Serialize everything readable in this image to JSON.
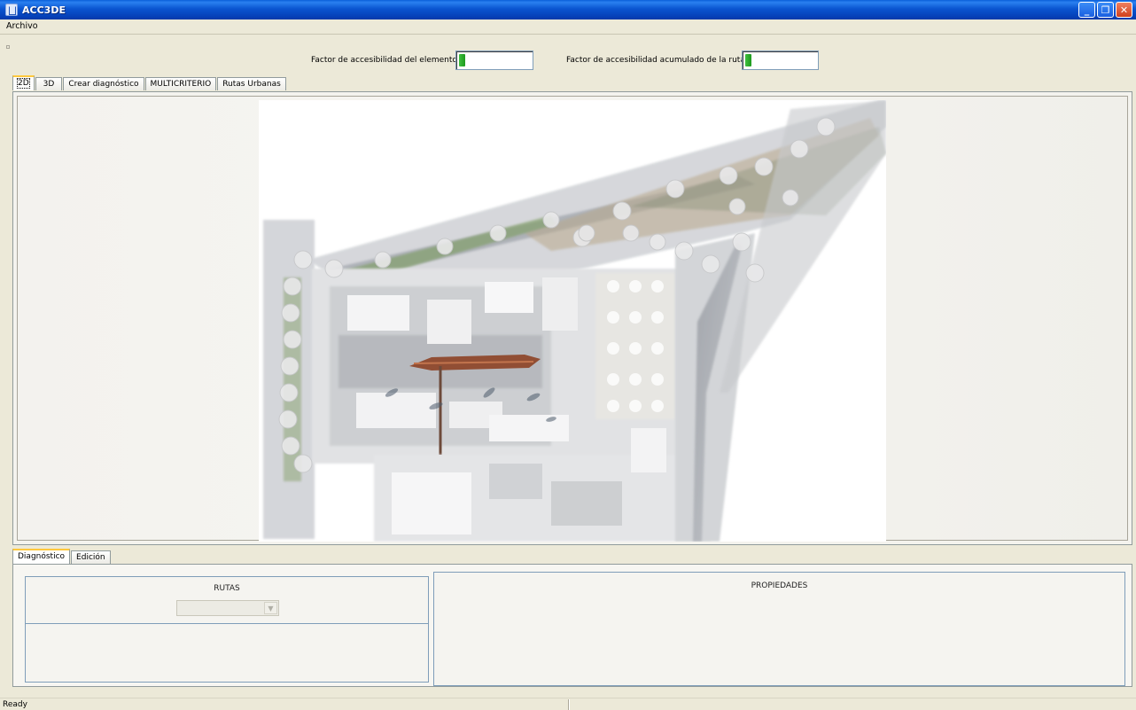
{
  "window": {
    "title": "ACC3DE",
    "minimize_glyph": "_",
    "maximize_glyph": "❐",
    "close_glyph": "✕"
  },
  "menu": {
    "items": [
      "Archivo"
    ]
  },
  "factors": {
    "element_label": "Factor de accesibilidad del elemento",
    "element_value_pct": 8,
    "route_label": "Factor de accesibilidad acumulado de la ruta",
    "route_value_pct": 8,
    "fill_color": "#2db82d"
  },
  "top_tabs": [
    "2D",
    "3D",
    "Crear diagnóstico",
    "MULTICRITERIO",
    "Rutas Urbanas"
  ],
  "active_top_tab": "2D",
  "bottom_tabs": [
    "Diagnóstico",
    "Edición"
  ],
  "active_bottom_tab": "Diagnóstico",
  "panels": {
    "routes_title": "RUTAS",
    "routes_combo_value": "",
    "properties_title": "PROPIEDADES"
  },
  "status": {
    "text": "Ready"
  }
}
